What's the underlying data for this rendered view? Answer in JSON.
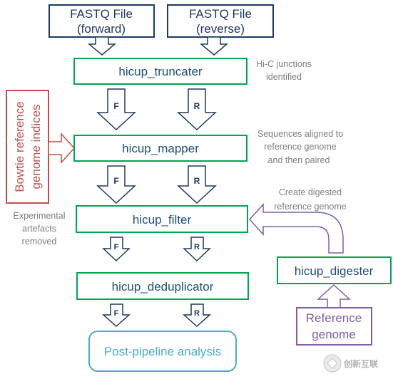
{
  "colors": {
    "navy": "#1f3864",
    "green": "#00a651",
    "green_text": "#1f4e79",
    "maroon": "#c0504d",
    "purple": "#7f5ea8",
    "teal": "#4bacc6",
    "arrow": "#1f3864",
    "gray_text": "#7f7f7f"
  },
  "inputs": {
    "forward": [
      "FASTQ File",
      "(forward)"
    ],
    "reverse": [
      "FASTQ File",
      "(reverse)"
    ]
  },
  "steps": {
    "truncater": "hicup_truncater",
    "mapper": "hicup_mapper",
    "filter": "hicup_filter",
    "deduplicator": "hicup_deduplicator",
    "digester": "hicup_digester"
  },
  "arrow_labels": {
    "forward": "F",
    "reverse": "R"
  },
  "output": "Post-pipeline analysis",
  "side_inputs": {
    "bowtie": [
      "Bowtie reference",
      "genome indices"
    ],
    "reference": [
      "Reference",
      "genome"
    ]
  },
  "notes": {
    "truncater": [
      "Hi-C junctions",
      "identified"
    ],
    "mapper": [
      "Sequences aligned to",
      "reference genome",
      "and then  paired"
    ],
    "filter": [
      "Experimental",
      "artefacts",
      "removed"
    ],
    "digester": [
      "Create digested",
      "reference genome"
    ]
  },
  "watermark": "创新互联"
}
